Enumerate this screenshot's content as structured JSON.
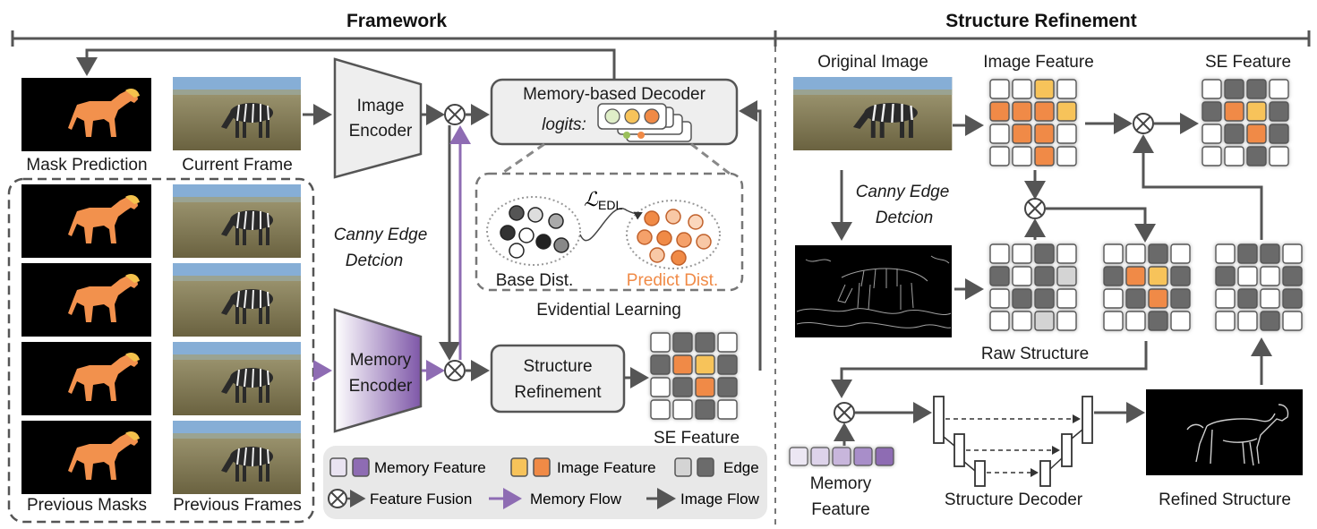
{
  "framework": {
    "title": "Framework",
    "mask_prediction": "Mask Prediction",
    "current_frame": "Current Frame",
    "previous_masks": "Previous Masks",
    "previous_frames": "Previous Frames",
    "image_encoder": [
      "Image",
      "Encoder"
    ],
    "memory_encoder": [
      "Memory",
      "Encoder"
    ],
    "canny": [
      "Canny Edge",
      "Detcion"
    ],
    "memory_decoder": "Memory-based Decoder",
    "logits": "logits:",
    "loss_symbol": "ℒ",
    "loss_subscript": "EDL",
    "base_dist": "Base Dist.",
    "predict_dist": "Predict Dist.",
    "evidential_learning": "Evidential Learning",
    "structure_refinement": [
      "Structure",
      "Refinement"
    ],
    "se_feature": "SE Feature"
  },
  "legend": {
    "memory_feature": "Memory Feature",
    "image_feature": "Image Feature",
    "edge": "Edge",
    "feature_fusion": "Feature Fusion",
    "memory_flow": "Memory Flow",
    "image_flow": "Image Flow"
  },
  "refinement": {
    "title": "Structure Refinement",
    "original_image": "Original Image",
    "image_feature": "Image Feature",
    "se_feature": "SE Feature",
    "canny": [
      "Canny Edge",
      "Detcion"
    ],
    "raw_structure": "Raw Structure",
    "memory_feature": [
      "Memory",
      "Feature"
    ],
    "structure_decoder": "Structure Decoder",
    "refined_structure": "Refined Structure"
  },
  "colors": {
    "dark_gray": "#6b6b6b",
    "light_gray": "#d4d4d4",
    "orange": "#f08a46",
    "yellow": "#f7c35a",
    "purple": "#8e6cb3",
    "purple_light": "#d6cbe6",
    "arrow": "#555555"
  }
}
